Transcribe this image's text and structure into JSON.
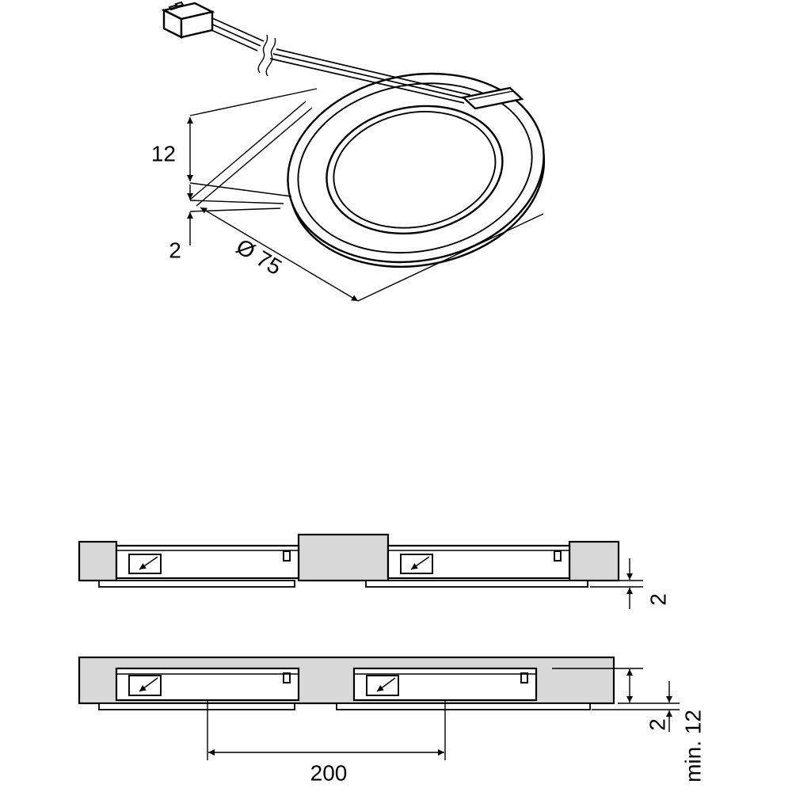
{
  "drawing": {
    "colors": {
      "line": "#000000",
      "panel_fill": "#d8d8d8",
      "background": "#ffffff"
    },
    "perspective": {
      "dim_height": "12",
      "dim_rim": "2",
      "dim_diameter": "Ø 75"
    },
    "section_surface": {
      "dim_rim": "2"
    },
    "section_recessed": {
      "dim_spacing": "200",
      "dim_min_depth": "min. 12",
      "dim_rim": "2"
    }
  }
}
